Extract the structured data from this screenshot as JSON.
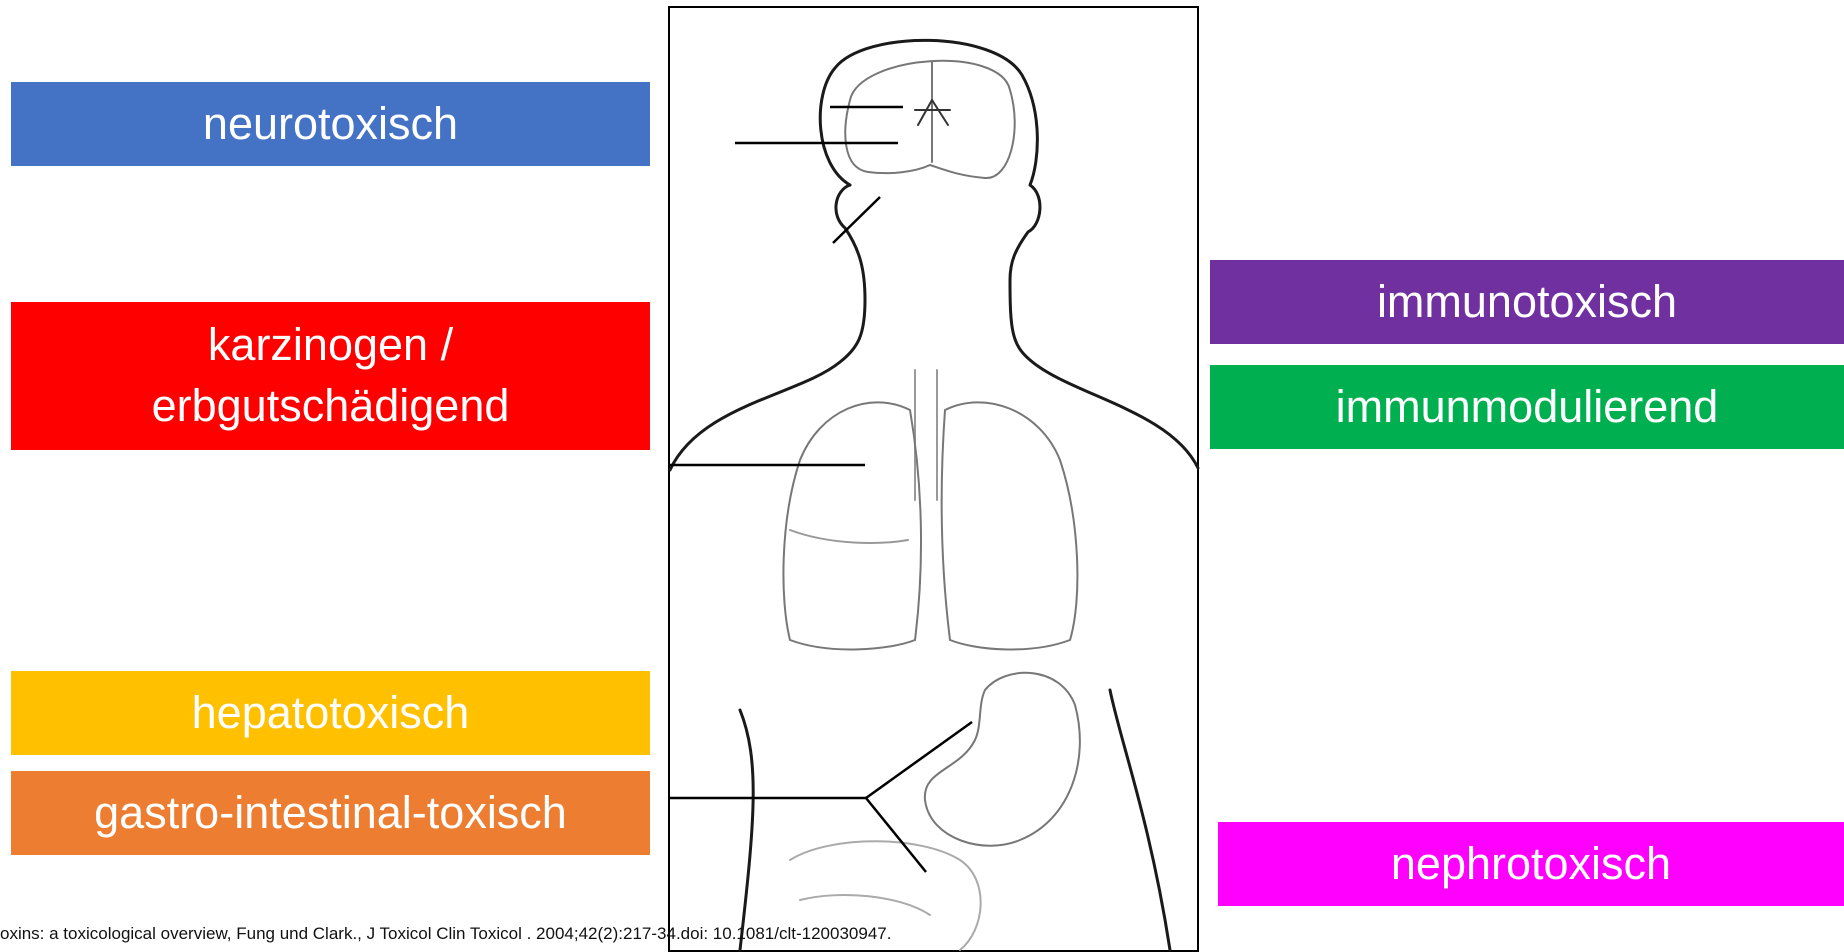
{
  "labels": {
    "neurotoxisch": "neurotoxisch",
    "karzinogen_line1": "karzinogen /",
    "karzinogen_line2": "erbgutschädigend",
    "hepatotoxisch": "hepatotoxisch",
    "gastro": "gastro-intestinal-toxisch",
    "immunotoxisch": "immunotoxisch",
    "immunmodulierend": "immunmodulierend",
    "nephrotoxisch": "nephrotoxisch"
  },
  "colors": {
    "neurotoxisch": "#4472c4",
    "karzinogen": "#ff0000",
    "hepatotoxisch": "#ffc000",
    "gastro": "#ed7d31",
    "immunotoxisch": "#7030a0",
    "immunmodulierend": "#00b050",
    "nephrotoxisch": "#ff00ff"
  },
  "citation": "oxins: a toxicological overview, Fung und Clark., J Toxicol Clin Toxicol . 2004;42(2):217-34.doi: 10.1081/clt-120030947."
}
